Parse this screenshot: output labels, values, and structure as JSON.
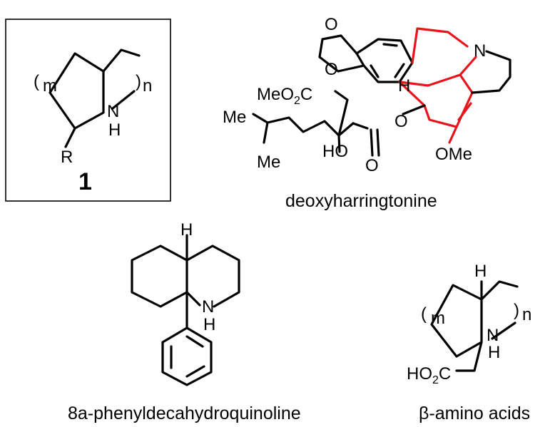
{
  "panel_1": {
    "ring_m": "(",
    "m": "m",
    "ring_n": ")",
    "n": "n",
    "n_atom": "N",
    "h_atom": "H",
    "r_group": "R",
    "compound_number": "1"
  },
  "deoxy": {
    "o_top": "O",
    "o_bottom": "O",
    "n_atom": "N",
    "h_atom": "H",
    "ester": "MeO",
    "ester_sub": "2",
    "ester_c": "C",
    "o_ester_link": "O",
    "ome": "OMe",
    "ho": "HO",
    "o_carbonyl": "O",
    "me_top": "Me",
    "me_bottom": "Me",
    "caption": "deoxyharringtonine"
  },
  "quinoline": {
    "h_atom": "H",
    "n_atom": "N",
    "nh_atom": "H",
    "caption": "8a-phenyldecahydroquinoline"
  },
  "beta": {
    "h_top": "H",
    "ring_m": "(",
    "m": "m",
    "ring_n": ")",
    "n": "n",
    "n_atom": "N",
    "nh_atom": "H",
    "acid": "HO",
    "acid_sub": "2",
    "acid_c": "C",
    "caption_greek": "β",
    "caption_rest": "-amino acids"
  }
}
